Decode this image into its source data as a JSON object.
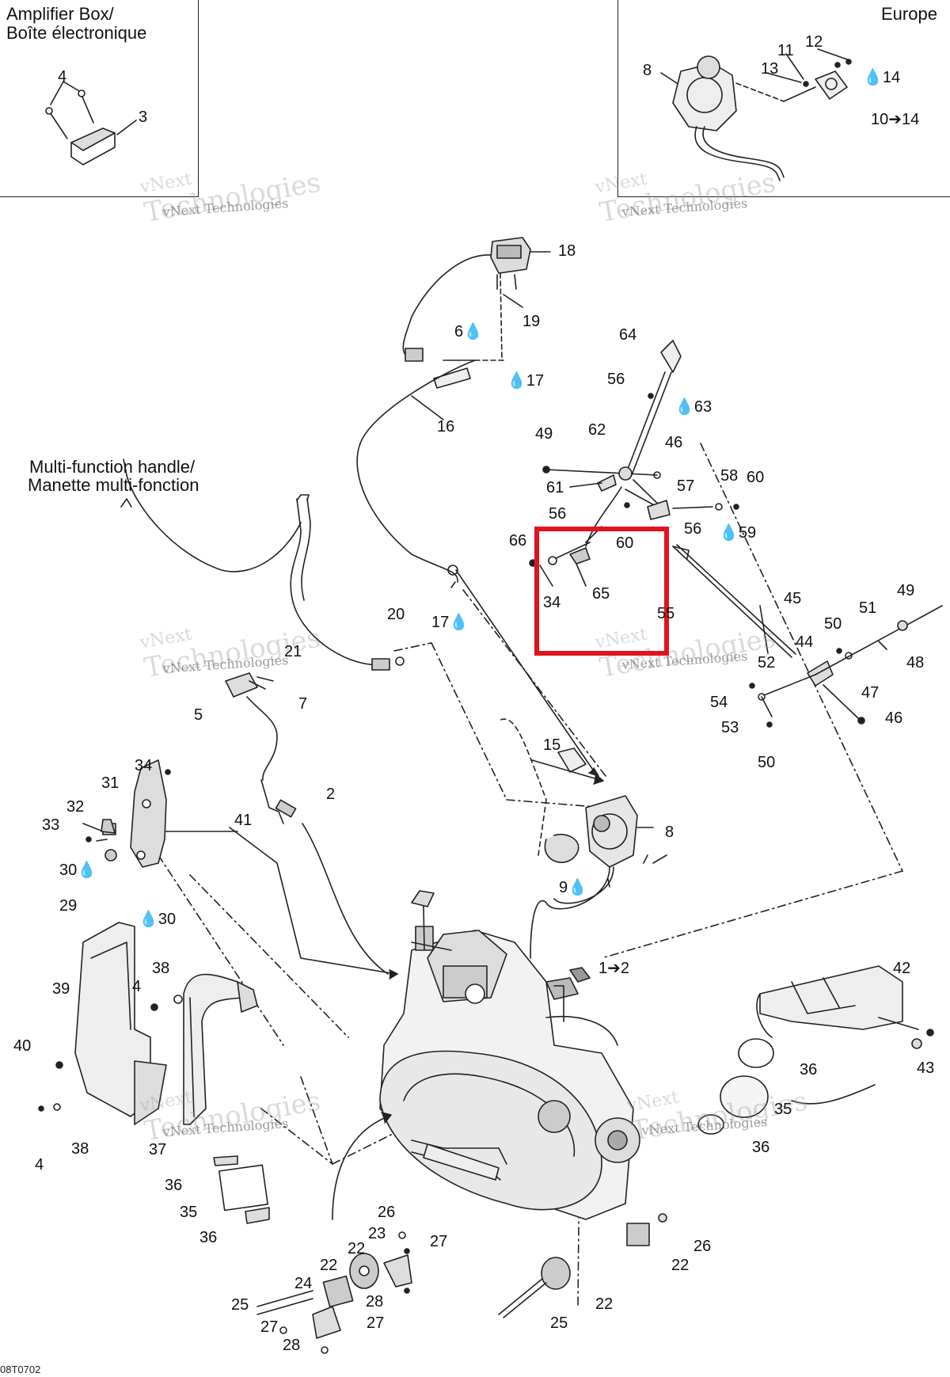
{
  "diagram": {
    "code": "08T0702",
    "inset_left": {
      "title_line1": "Amplifier Box/",
      "title_line2": "Boîte électronique"
    },
    "inset_right": {
      "title": "Europe"
    },
    "handle_caption_line1": "Multi-function handle/",
    "handle_caption_line2": "Manette multi-fonction",
    "watermark": {
      "line1": "vNext",
      "line2": "Technologies",
      "small": "vNext Technologies"
    },
    "highlight_color": "#e0141e",
    "callouts": {
      "c4a": "4",
      "c3": "3",
      "c8a": "8",
      "c11": "11",
      "c12": "12",
      "c13": "13",
      "c14a": "14",
      "c10": "10",
      "c14b": "14",
      "c18": "18",
      "c19": "19",
      "c6": "6",
      "c17a": "17",
      "c16": "16",
      "c64": "64",
      "c56a": "56",
      "c63": "63",
      "c49a": "49",
      "c62": "62",
      "c46a": "46",
      "c61": "61",
      "c57": "57",
      "c58": "58",
      "c60a": "60",
      "c56b": "56",
      "c56c": "56",
      "c59": "59",
      "c66": "66",
      "c60b": "60",
      "c34a": "34",
      "c65": "65",
      "c55": "55",
      "c45": "45",
      "c49b": "49",
      "c51": "51",
      "c50a": "50",
      "c44": "44",
      "c48": "48",
      "c52": "52",
      "c47": "47",
      "c54": "54",
      "c53": "53",
      "c46b": "46",
      "c50b": "50",
      "c20": "20",
      "c17b": "17",
      "c21": "21",
      "c5": "5",
      "c7": "7",
      "c15": "15",
      "c8b": "8",
      "c9": "9",
      "c2": "2",
      "c34b": "34",
      "c31": "31",
      "c32": "32",
      "c33": "33",
      "c41": "41",
      "c30a": "30",
      "c29": "29",
      "c30b": "30",
      "c1": "1",
      "c2b": "2",
      "c42": "42",
      "c43": "43",
      "c36a": "36",
      "c35a": "35",
      "c36b": "36",
      "c39": "39",
      "c38a": "38",
      "c4b": "4",
      "c40": "40",
      "c4c": "4",
      "c38b": "38",
      "c37": "37",
      "c36c": "36",
      "c35b": "35",
      "c36d": "36",
      "c26a": "26",
      "c23": "23",
      "c27a": "27",
      "c22a": "22",
      "c24": "24",
      "c28a": "28",
      "c25a": "25",
      "c27b": "27",
      "c27c": "27",
      "c28b": "28",
      "c26b": "26",
      "c22b": "22",
      "c22c": "22",
      "c25b": "25"
    }
  }
}
